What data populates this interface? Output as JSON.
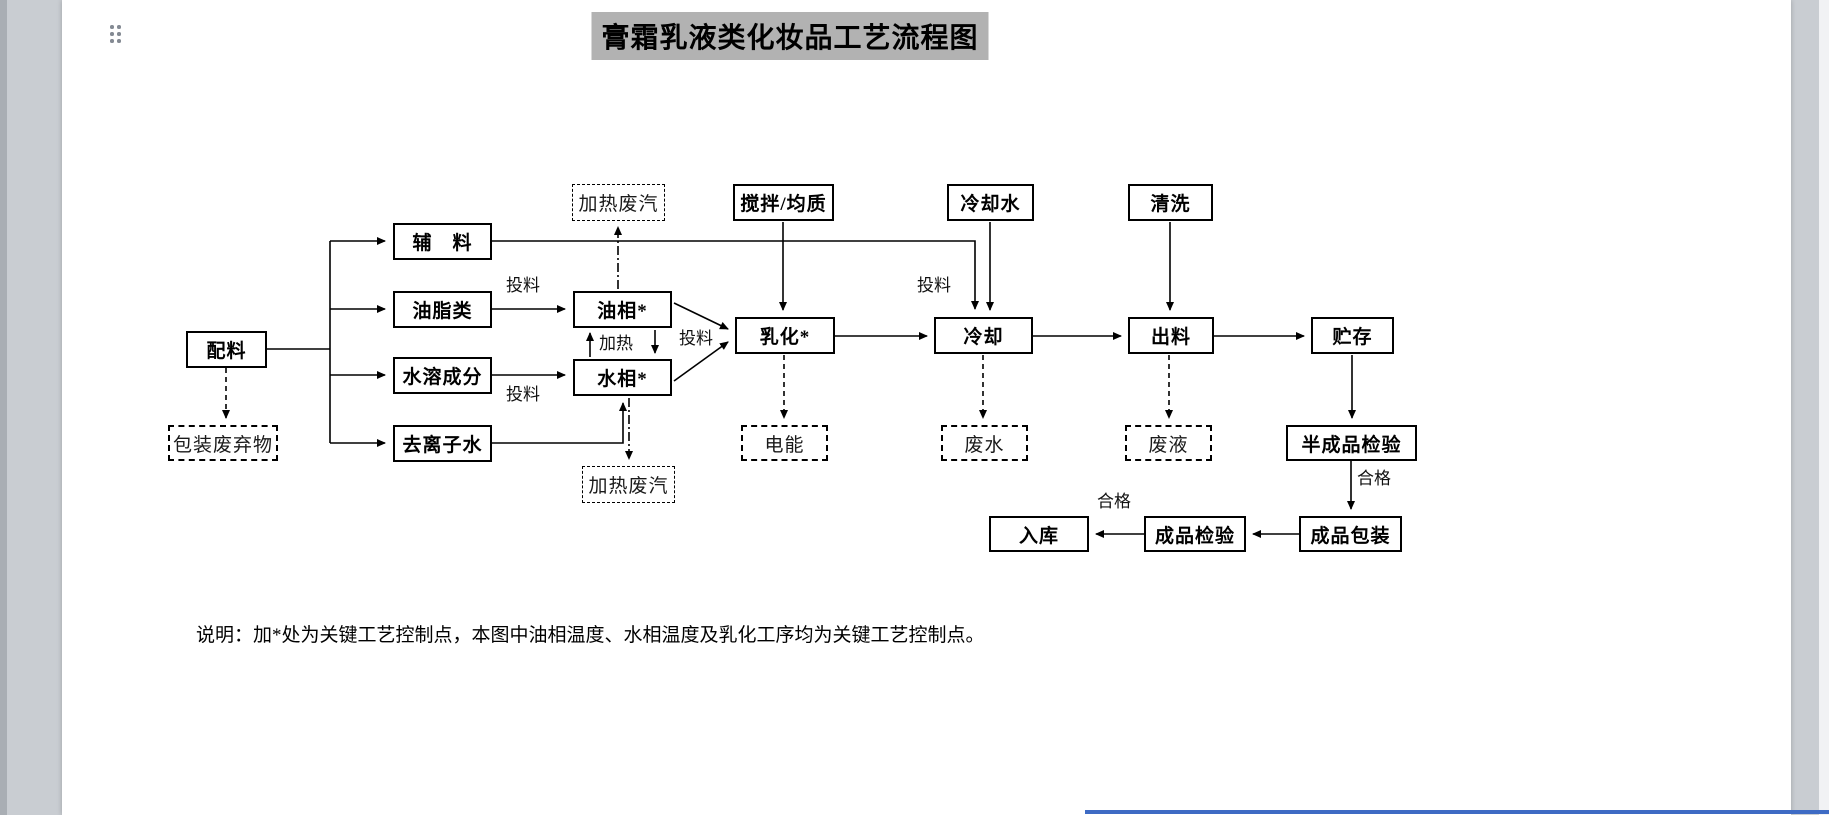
{
  "page": {
    "title": "膏霜乳液类化妆品工艺流程图",
    "note": "说明：加*处为关键工艺控制点，本图中油相温度、水相温度及乳化工序均为关键工艺控制点。"
  },
  "colors": {
    "title_highlight": "#b2b2b2",
    "box_border": "#000000",
    "accent_blue": "#3e6bc4"
  },
  "icons": {
    "drag_handle": "six-dot-drag-handle"
  },
  "nodes": {
    "peiliao": {
      "label": "配料",
      "style": "solid"
    },
    "baozhuang": {
      "label": "包装废弃物",
      "style": "dashed"
    },
    "fuliao": {
      "label": "辅　料",
      "style": "solid"
    },
    "youzhilei": {
      "label": "油脂类",
      "style": "solid"
    },
    "shuirong": {
      "label": "水溶成分",
      "style": "solid"
    },
    "quli": {
      "label": "去离子水",
      "style": "solid"
    },
    "youxiang": {
      "label": "油相*",
      "style": "solid"
    },
    "shuixiang": {
      "label": "水相*",
      "style": "solid"
    },
    "jiare_top": {
      "label": "加热废汽",
      "style": "dashdot"
    },
    "jiare_bottom": {
      "label": "加热废汽",
      "style": "dashdot"
    },
    "jiaoban": {
      "label": "搅拌/均质",
      "style": "solid"
    },
    "ruhua": {
      "label": "乳化*",
      "style": "solid"
    },
    "dianneng": {
      "label": "电能",
      "style": "dashed"
    },
    "lengqueshui": {
      "label": "冷却水",
      "style": "solid"
    },
    "lengque": {
      "label": "冷却",
      "style": "solid"
    },
    "feishui": {
      "label": "废水",
      "style": "dashed"
    },
    "qingxi": {
      "label": "清洗",
      "style": "solid"
    },
    "chuliao": {
      "label": "出料",
      "style": "solid"
    },
    "feiye": {
      "label": "废液",
      "style": "dashed"
    },
    "zhucun": {
      "label": "贮存",
      "style": "solid"
    },
    "banchengpin": {
      "label": "半成品检验",
      "style": "solid"
    },
    "chengpin_bz": {
      "label": "成品包装",
      "style": "solid"
    },
    "chengpin_jy": {
      "label": "成品检验",
      "style": "solid"
    },
    "ruku": {
      "label": "入库",
      "style": "solid"
    }
  },
  "edge_labels": {
    "touliao_youzhi": "投料",
    "touliao_shuirong": "投料",
    "jiare": "加热",
    "touliao_ruhua": "投料",
    "touliao_fuliao": "投料",
    "hege_1": "合格",
    "hege_2": "合格"
  }
}
